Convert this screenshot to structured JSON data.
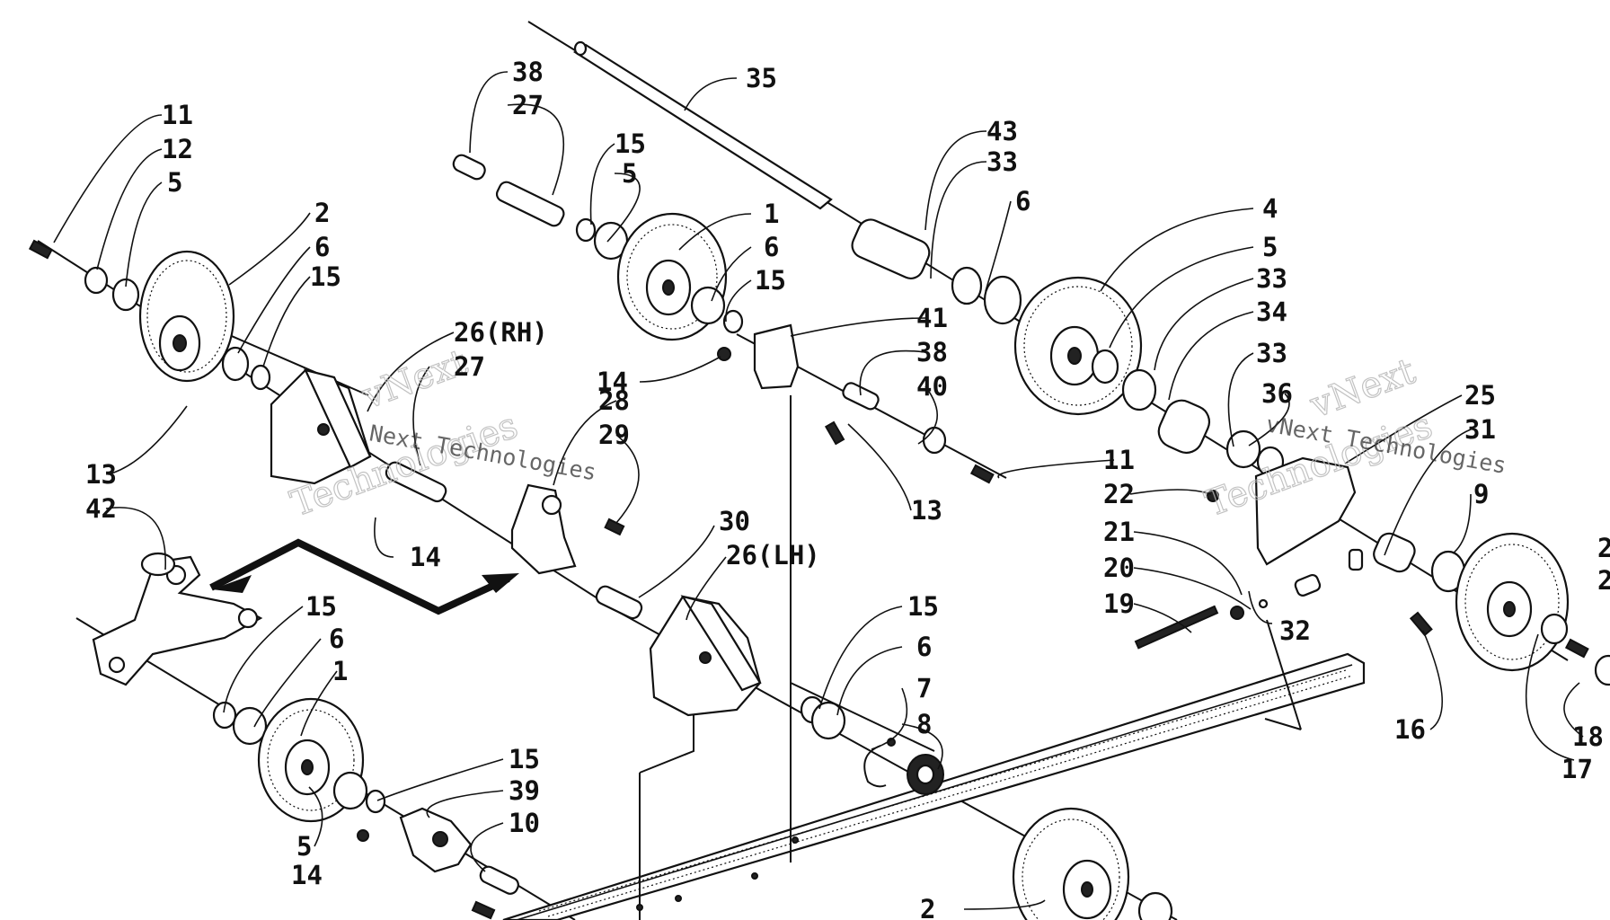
{
  "diagram": {
    "callouts": [
      {
        "id": "c11a",
        "text": "11"
      },
      {
        "id": "c12a",
        "text": "12"
      },
      {
        "id": "c5a",
        "text": "5"
      },
      {
        "id": "c2a",
        "text": "2"
      },
      {
        "id": "c6a",
        "text": "6"
      },
      {
        "id": "c15a",
        "text": "15"
      },
      {
        "id": "c26rh",
        "text": "26(RH)"
      },
      {
        "id": "c27a",
        "text": "27"
      },
      {
        "id": "c13a",
        "text": "13"
      },
      {
        "id": "c42",
        "text": "42"
      },
      {
        "id": "c38a",
        "text": "38"
      },
      {
        "id": "c27b",
        "text": "27"
      },
      {
        "id": "c35",
        "text": "35"
      },
      {
        "id": "c15b",
        "text": "15"
      },
      {
        "id": "c5b",
        "text": "5"
      },
      {
        "id": "c1a",
        "text": "1"
      },
      {
        "id": "c6b",
        "text": "6"
      },
      {
        "id": "c15c",
        "text": "15"
      },
      {
        "id": "c43",
        "text": "43"
      },
      {
        "id": "c33a",
        "text": "33"
      },
      {
        "id": "c6c",
        "text": "6"
      },
      {
        "id": "c4",
        "text": "4"
      },
      {
        "id": "c5c",
        "text": "5"
      },
      {
        "id": "c33b",
        "text": "33"
      },
      {
        "id": "c34",
        "text": "34"
      },
      {
        "id": "c33c",
        "text": "33"
      },
      {
        "id": "c36",
        "text": "36"
      },
      {
        "id": "c25",
        "text": "25"
      },
      {
        "id": "c31",
        "text": "31"
      },
      {
        "id": "c9",
        "text": "9"
      },
      {
        "id": "c41",
        "text": "41"
      },
      {
        "id": "c38b",
        "text": "38"
      },
      {
        "id": "c40",
        "text": "40"
      },
      {
        "id": "c14a",
        "text": "14"
      },
      {
        "id": "c28",
        "text": "28"
      },
      {
        "id": "c29",
        "text": "29"
      },
      {
        "id": "c11b",
        "text": "11"
      },
      {
        "id": "c13b",
        "text": "13"
      },
      {
        "id": "c14b",
        "text": "14"
      },
      {
        "id": "c22",
        "text": "22"
      },
      {
        "id": "c21",
        "text": "21"
      },
      {
        "id": "c20",
        "text": "20"
      },
      {
        "id": "c19",
        "text": "19"
      },
      {
        "id": "c32",
        "text": "32"
      },
      {
        "id": "c16",
        "text": "16"
      },
      {
        "id": "c30",
        "text": "30"
      },
      {
        "id": "c26lh",
        "text": "26(LH)"
      },
      {
        "id": "c15d",
        "text": "15"
      },
      {
        "id": "c6d",
        "text": "6"
      },
      {
        "id": "c7",
        "text": "7"
      },
      {
        "id": "c8",
        "text": "8"
      },
      {
        "id": "c15e",
        "text": "15"
      },
      {
        "id": "c6e",
        "text": "6"
      },
      {
        "id": "c1b",
        "text": "1"
      },
      {
        "id": "c15f",
        "text": "15"
      },
      {
        "id": "c39",
        "text": "39"
      },
      {
        "id": "c10",
        "text": "10"
      },
      {
        "id": "c5d",
        "text": "5"
      },
      {
        "id": "c14c",
        "text": "14"
      },
      {
        "id": "c2b",
        "text": "2"
      },
      {
        "id": "c18",
        "text": "18"
      },
      {
        "id": "c17",
        "text": "17"
      },
      {
        "id": "c2c",
        "text": "2"
      },
      {
        "id": "c2d",
        "text": "2"
      }
    ],
    "watermarks": [
      {
        "id": "wm1",
        "text": "vNext"
      },
      {
        "id": "wm1b",
        "text": "Technologies"
      },
      {
        "id": "wm1c",
        "text": "Next Technologies"
      },
      {
        "id": "wm2",
        "text": "vNext"
      },
      {
        "id": "wm2b",
        "text": "Technologies"
      },
      {
        "id": "wm2c",
        "text": "vNext Technologies"
      }
    ]
  }
}
